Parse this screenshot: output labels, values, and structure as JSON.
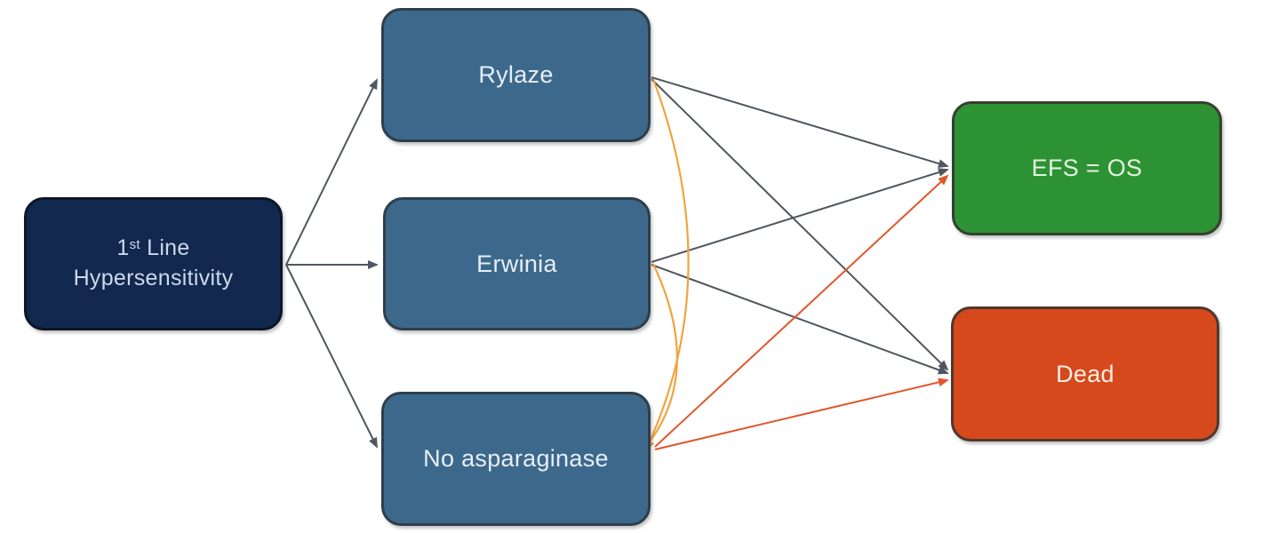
{
  "diagram": {
    "background": "#ffffff",
    "nodes": {
      "root": {
        "line1_num": "1",
        "line1_sup": "st",
        "line1_rest": " Line",
        "line2": "Hypersensitivity"
      },
      "rylaze": {
        "label": "Rylaze"
      },
      "erwinia": {
        "label": "Erwinia"
      },
      "no_asparaginase": {
        "label": "No asparaginase"
      },
      "efs": {
        "label": "EFS = OS"
      },
      "dead": {
        "label": "Dead"
      }
    },
    "edges": [
      {
        "from": "1st Line Hypersensitivity",
        "to": "Rylaze",
        "style": "gray-solid-arrow"
      },
      {
        "from": "1st Line Hypersensitivity",
        "to": "Erwinia",
        "style": "gray-solid-arrow"
      },
      {
        "from": "1st Line Hypersensitivity",
        "to": "No asparaginase",
        "style": "gray-solid-arrow"
      },
      {
        "from": "Rylaze",
        "to": "EFS = OS",
        "style": "gray-solid-arrow"
      },
      {
        "from": "Rylaze",
        "to": "Dead",
        "style": "gray-solid-arrow"
      },
      {
        "from": "Rylaze",
        "to": "No asparaginase",
        "style": "orange-curved-arrow"
      },
      {
        "from": "Erwinia",
        "to": "EFS = OS",
        "style": "gray-solid-arrow"
      },
      {
        "from": "Erwinia",
        "to": "Dead",
        "style": "gray-solid-arrow"
      },
      {
        "from": "Erwinia",
        "to": "No asparaginase",
        "style": "orange-curved-arrow"
      },
      {
        "from": "No asparaginase",
        "to": "EFS = OS",
        "style": "orange-solid-arrow"
      },
      {
        "from": "No asparaginase",
        "to": "Dead",
        "style": "orange-solid-arrow"
      }
    ],
    "colors": {
      "root_fill": "#12284e",
      "root_border": "#0d1527",
      "mid_fill": "#3c698b",
      "mid_border": "#2e3e4b",
      "efs_fill": "#2d9233",
      "efs_border": "#35402f",
      "dead_fill": "#d6491d",
      "dead_border": "#4e382d",
      "gray_arrow": "#50575e",
      "orange_curve": "#f0a440",
      "orange_line": "#e0572b"
    }
  }
}
